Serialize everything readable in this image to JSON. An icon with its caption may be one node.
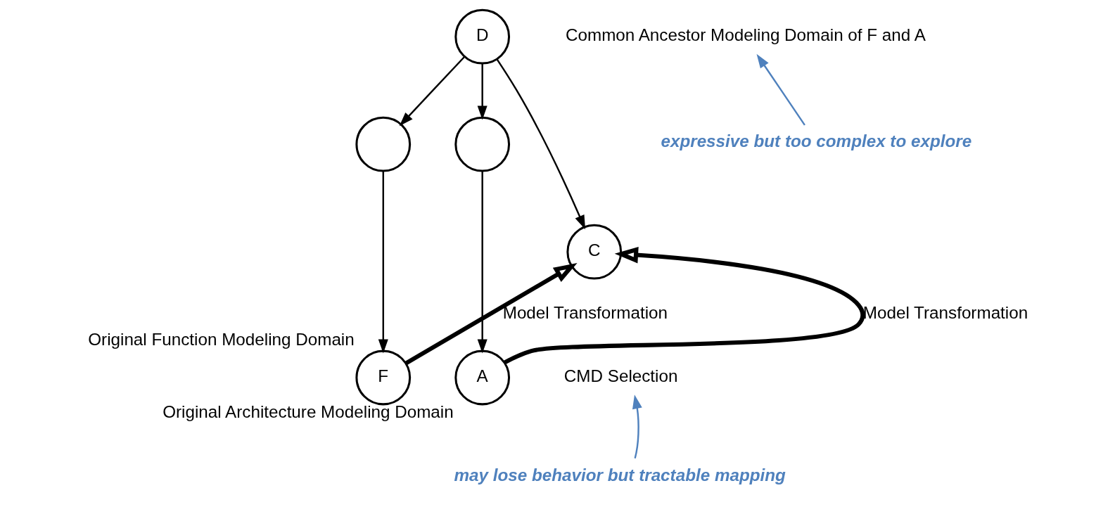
{
  "diagram": {
    "nodes": [
      {
        "text": [
          "D"
        ]
      },
      {
        "text": [
          "Common Ancestor Modeling Domain of F and A"
        ]
      },
      {
        "text": [],
        "shape": "circle"
      },
      {
        "text": [],
        "shape": "circle"
      },
      {
        "text": [
          "C"
        ]
      },
      {
        "text": [
          "CMD Selection"
        ]
      },
      {
        "text": [
          "F"
        ],
        "beside": [
          "Original Function Modeling Domain"
        ]
      },
      {
        "text": [
          "A"
        ],
        "beside": [
          "Original Architecture Modeling Domain"
        ]
      },
      {
        "text": [
          "expressive but too complex to explore"
        ]
      },
      {
        "text": [
          "may lose behavior but tractable mapping"
        ]
      }
    ],
    "edges": [
      {
        "from": 0,
        "to": 2,
        "arrow": "to"
      },
      {
        "from": 0,
        "to": 4,
        "arrow": "to"
      },
      {
        "from": 0,
        "to": 3,
        "arrow": "to"
      },
      {
        "from": 2,
        "to": 6,
        "arrow": "to"
      },
      {
        "from": 3,
        "to": 7,
        "arrow": "to"
      },
      {
        "from": 6,
        "to": 4,
        "arrow": "to",
        "label": "Model Transformation",
        "style": "thick"
      },
      {
        "from": 7,
        "to": 4,
        "arrow": "to",
        "label": "Model Transformation",
        "style": "thick"
      },
      {
        "from": 8,
        "to": 1,
        "arrow": "to",
        "color": "#4f81bd"
      },
      {
        "from": 9,
        "to": 5,
        "arrow": "to",
        "color": "#4f81bd"
      }
    ]
  }
}
